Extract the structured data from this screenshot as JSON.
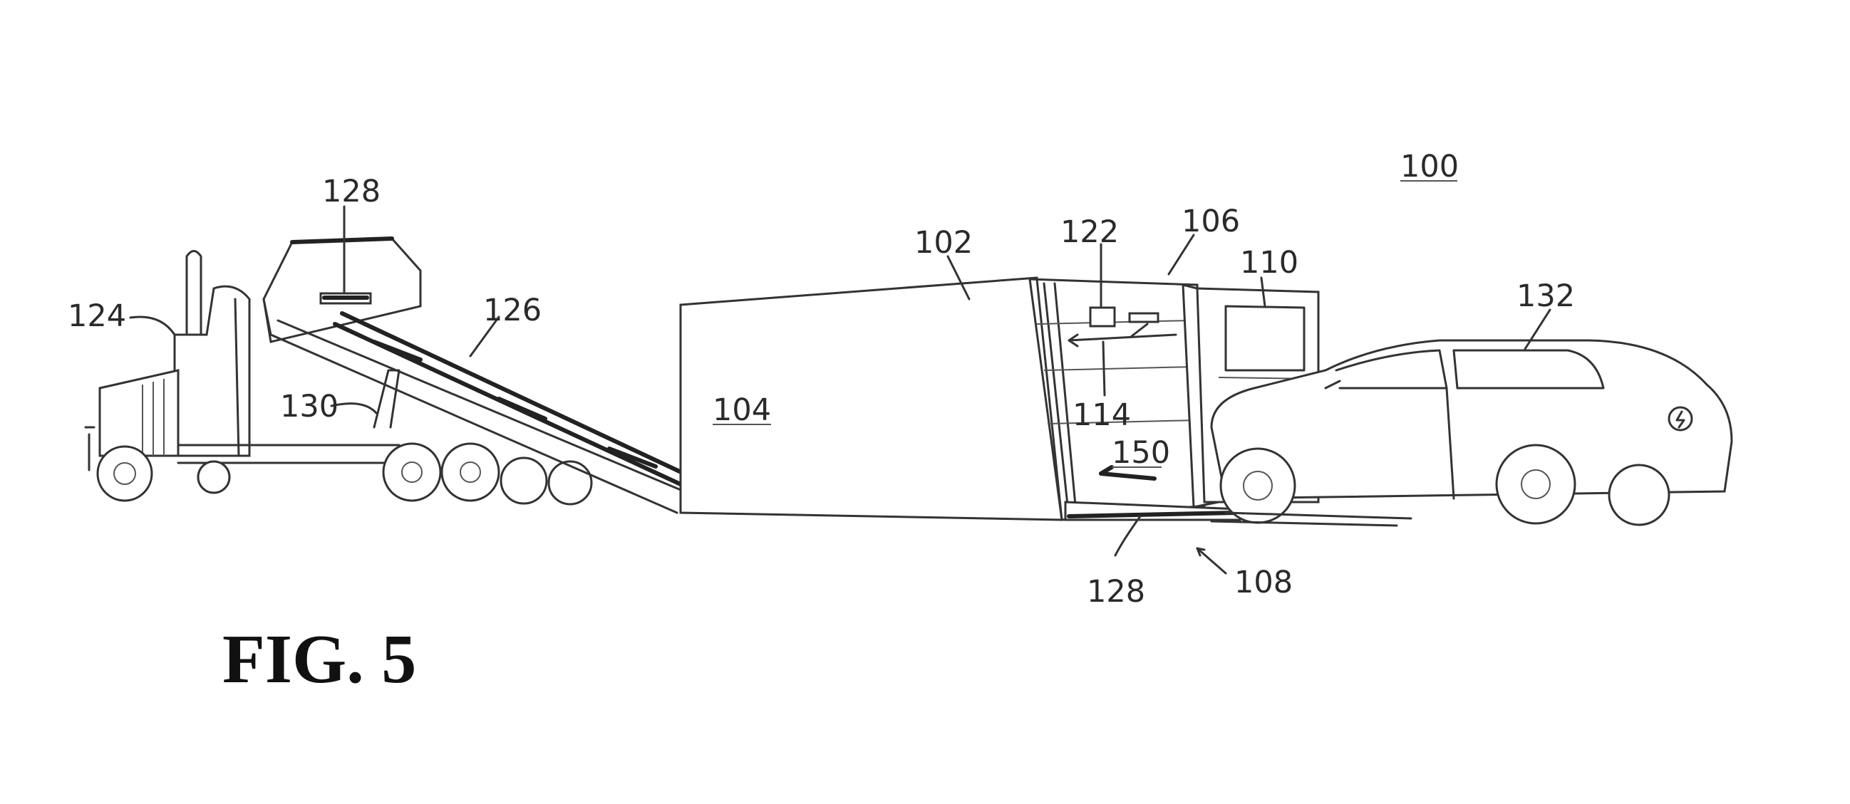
{
  "figure": {
    "caption": "FIG. 5",
    "reference_numerals": {
      "system": "100",
      "container": "102",
      "container_side": "104",
      "interior": "106",
      "charging_bay": "108",
      "equipment_cabinet": "110",
      "interior_line": "114",
      "control_panel": "122",
      "truck": "124",
      "truck_bed": "126",
      "winch_top": "128",
      "winch_bottom": "128",
      "support_strut": "130",
      "vehicle": "132",
      "arrow_direction": "150"
    }
  }
}
